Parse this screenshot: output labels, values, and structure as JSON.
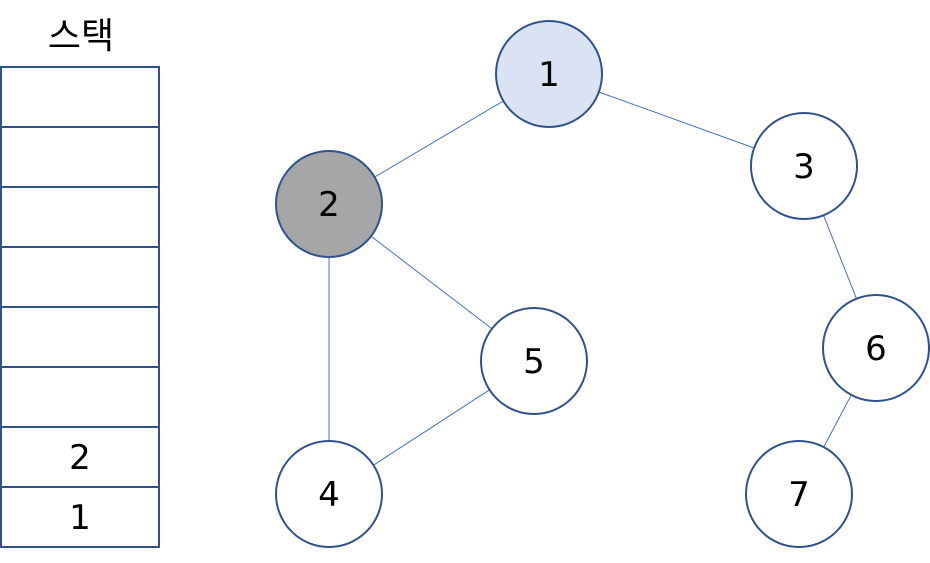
{
  "stack": {
    "title": "스택",
    "cells": [
      "",
      "",
      "",
      "",
      "",
      "",
      "2",
      "1"
    ]
  },
  "graph": {
    "nodes": [
      {
        "id": "1",
        "label": "1",
        "state": "visited",
        "fill": "#DAE3F3"
      },
      {
        "id": "2",
        "label": "2",
        "state": "current",
        "fill": "#A6A6A6"
      },
      {
        "id": "3",
        "label": "3",
        "state": "unvisited",
        "fill": "#FFFFFF"
      },
      {
        "id": "4",
        "label": "4",
        "state": "unvisited",
        "fill": "#FFFFFF"
      },
      {
        "id": "5",
        "label": "5",
        "state": "unvisited",
        "fill": "#FFFFFF"
      },
      {
        "id": "6",
        "label": "6",
        "state": "unvisited",
        "fill": "#FFFFFF"
      },
      {
        "id": "7",
        "label": "7",
        "state": "unvisited",
        "fill": "#FFFFFF"
      }
    ],
    "edges": [
      [
        "1",
        "2"
      ],
      [
        "1",
        "3"
      ],
      [
        "2",
        "5"
      ],
      [
        "2",
        "4"
      ],
      [
        "5",
        "4"
      ],
      [
        "3",
        "6"
      ],
      [
        "6",
        "7"
      ]
    ]
  },
  "colors": {
    "stroke": "#2F528F",
    "edge": "#4472C4"
  }
}
